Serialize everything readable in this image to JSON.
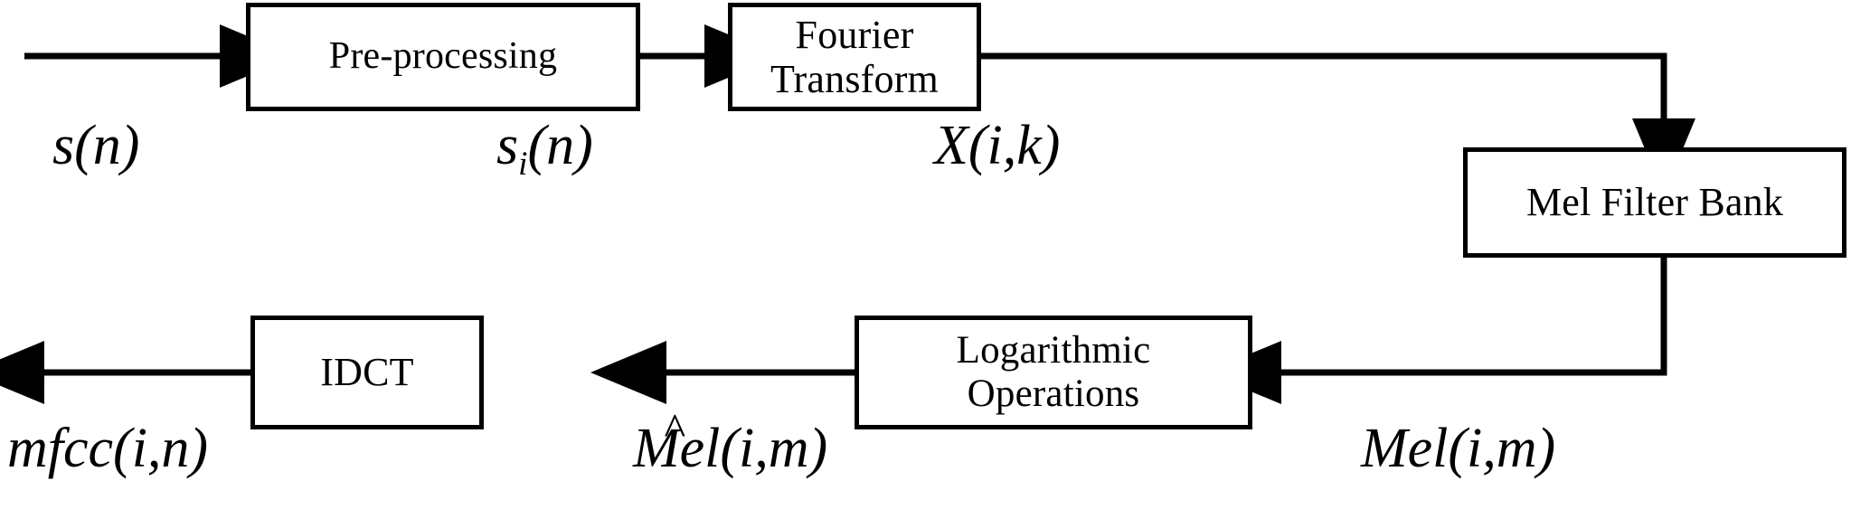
{
  "diagram": {
    "title": "MFCC feature extraction block diagram",
    "type": "flowchart",
    "background": "#ffffff",
    "stroke_color": "#000000",
    "nodes": [
      {
        "id": "pre",
        "label": "Pre-processing"
      },
      {
        "id": "ft",
        "label": "Fourier Transform"
      },
      {
        "id": "mfb",
        "label": "Mel Filter Bank"
      },
      {
        "id": "log1",
        "label": "Logarithmic"
      },
      {
        "id": "log2",
        "label": "Operations"
      },
      {
        "id": "idct",
        "label": "IDCT"
      }
    ],
    "signals": [
      {
        "id": "s_n",
        "base": "s",
        "sub": "",
        "args": "(n)",
        "hat": false
      },
      {
        "id": "s_i_n",
        "base": "s",
        "sub": "i",
        "args": "(n)",
        "hat": false
      },
      {
        "id": "x_i_k",
        "base": "X",
        "sub": "",
        "args": "(i,k)",
        "hat": false
      },
      {
        "id": "mel_i_m",
        "base": "Mel",
        "sub": "",
        "args": "(i,m)",
        "hat": false
      },
      {
        "id": "melhat",
        "base": "Mel",
        "sub": "",
        "args": "(i,m)",
        "hat": true,
        "hat_glyph": "^"
      },
      {
        "id": "mfcc_i_n",
        "base": "mfcc",
        "sub": "",
        "args": "(i,n)",
        "hat": false
      }
    ],
    "edges": [
      {
        "id": "in-to-pre",
        "from": "input",
        "to": "pre",
        "arrow": "right"
      },
      {
        "id": "pre-to-ft",
        "from": "pre",
        "to": "ft",
        "arrow": "right"
      },
      {
        "id": "ft-to-mfb",
        "from": "ft",
        "to": "mfb",
        "arrow": "down"
      },
      {
        "id": "mfb-to-log",
        "from": "mfb",
        "to": "log",
        "arrow": "left"
      },
      {
        "id": "log-to-idct",
        "from": "log",
        "to": "idct",
        "arrow": "left"
      },
      {
        "id": "idct-to-out",
        "from": "idct",
        "to": "output",
        "arrow": "left"
      }
    ]
  }
}
